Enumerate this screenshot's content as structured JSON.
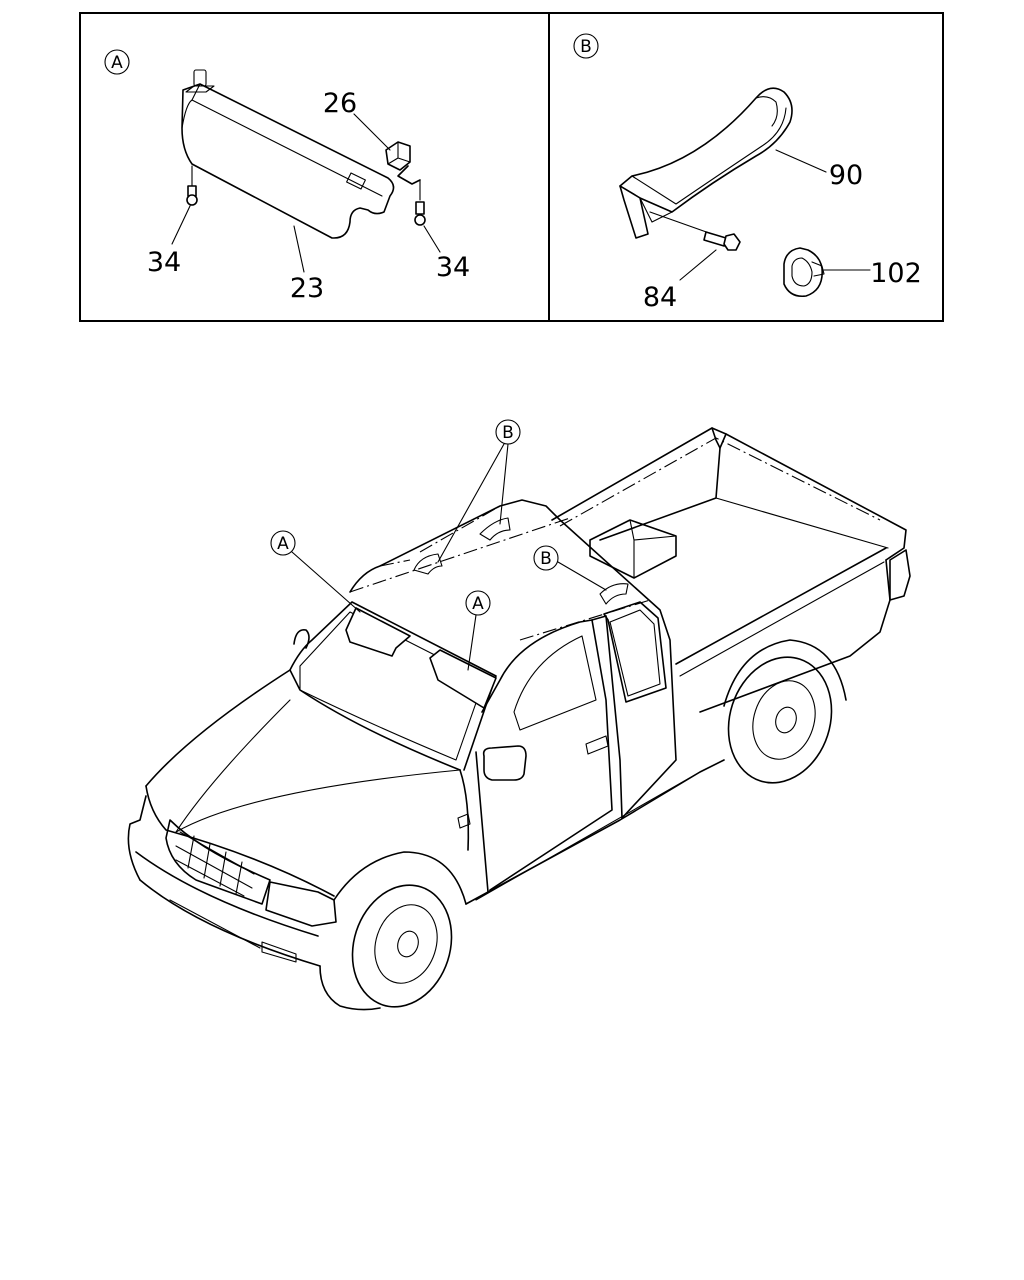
{
  "panels": {
    "a": {
      "id": "A"
    },
    "b": {
      "id": "B"
    }
  },
  "callouts": {
    "p26": "26",
    "p34_left": "34",
    "p34_right": "34",
    "p23": "23",
    "p90": "90",
    "p84": "84",
    "p102": "102"
  },
  "truck_refs": {
    "a_left": "A",
    "a_right": "A",
    "b_top": "B",
    "b_rear": "B"
  },
  "icons": [
    "sun-visor",
    "visor-clip",
    "screw",
    "assist-grip",
    "bolt",
    "grip-cover",
    "pickup-truck"
  ]
}
